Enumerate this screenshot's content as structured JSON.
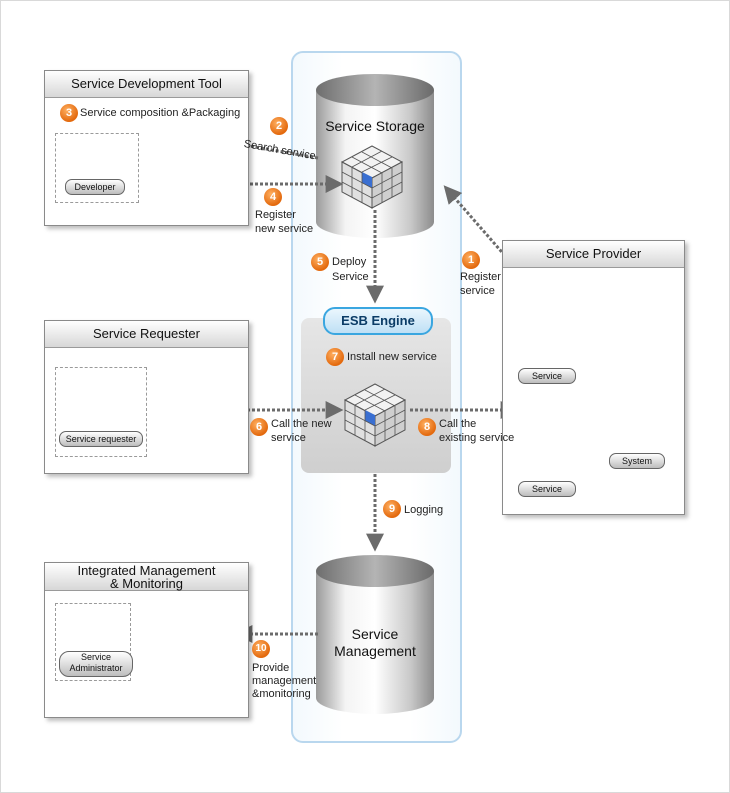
{
  "panels": {
    "dev_tool": {
      "title": "Service Development Tool",
      "step3": "Service composition &Packaging",
      "developer": "Developer"
    },
    "requester": {
      "title": "Service Requester",
      "pill": "Service requester"
    },
    "provider": {
      "title": "Service Provider",
      "service1": "Service",
      "service2": "Service",
      "system": "System"
    },
    "management": {
      "title_line1": "Integrated Management",
      "title_line2": "& Monitoring",
      "admin_line1": "Service",
      "admin_line2": "Administrator"
    }
  },
  "storage": {
    "label": "Service Storage"
  },
  "esb": {
    "label": "ESB Engine",
    "install": "Install new service"
  },
  "mgmt_db": {
    "line1": "Service",
    "line2": "Management"
  },
  "steps": [
    {
      "num": "1",
      "line1": "Register",
      "line2": "service"
    },
    {
      "num": "2",
      "line1": "Search service"
    },
    {
      "num": "3"
    },
    {
      "num": "4",
      "line1": "Register",
      "line2": "new service"
    },
    {
      "num": "5",
      "line1": "Deploy",
      "line2": "Service"
    },
    {
      "num": "6",
      "line1": "Call the new",
      "line2": "service"
    },
    {
      "num": "7"
    },
    {
      "num": "8",
      "line1": "Call the",
      "line2": "existing service"
    },
    {
      "num": "9",
      "line1": "Logging"
    },
    {
      "num": "10",
      "line1": "Provide",
      "line2": "management",
      "line3": "&monitoring"
    }
  ],
  "colors": {
    "step_badge": "#e8741a",
    "esb_pill": "#3aa6e0",
    "cube_accent": "#3a6fd1",
    "container": "#b9d7ee"
  }
}
